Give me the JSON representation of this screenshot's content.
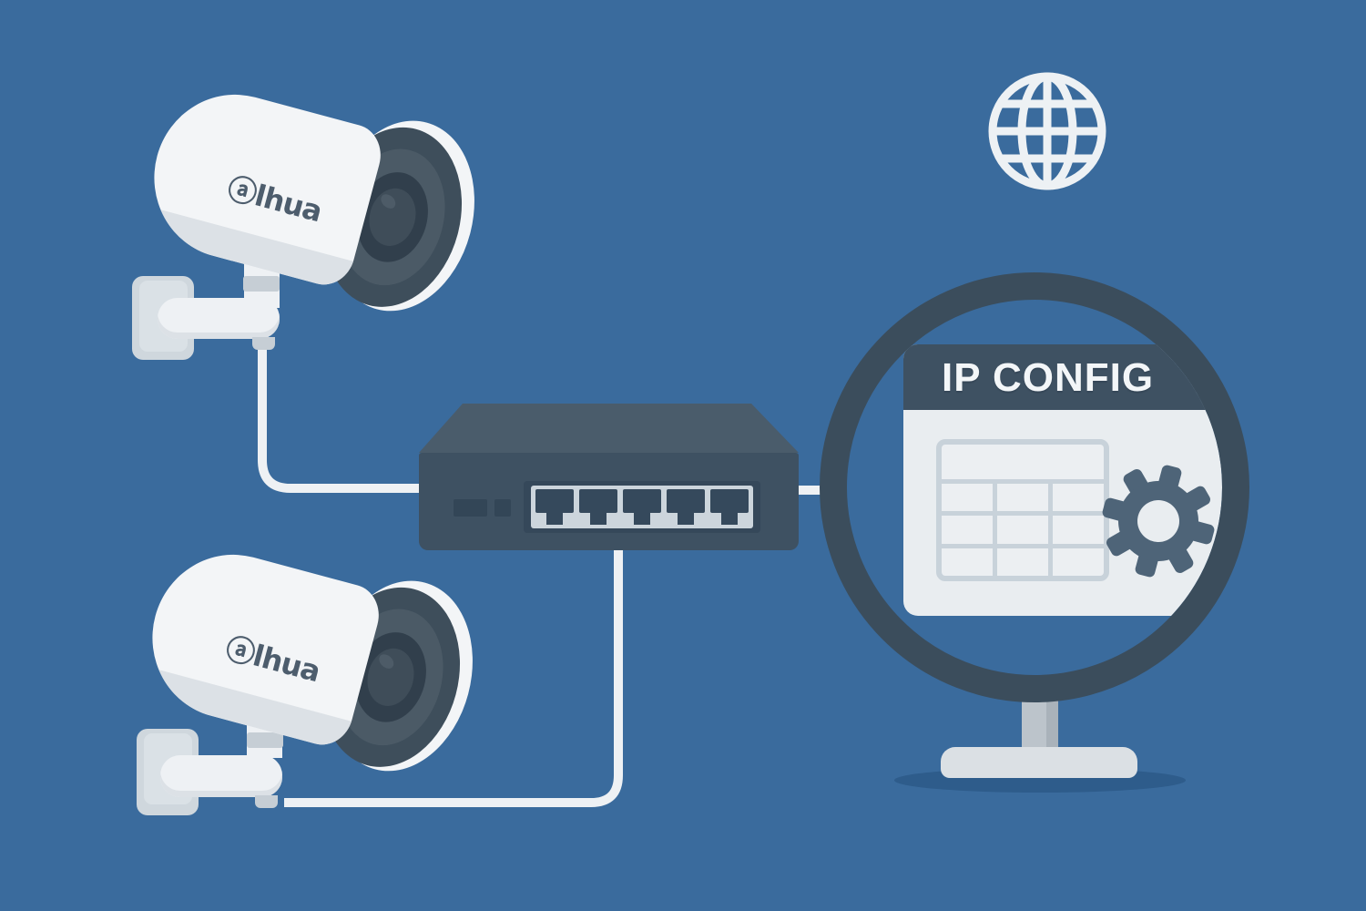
{
  "scene": {
    "background_color": "#3a6b9d"
  },
  "icons": {
    "globe": "globe-icon",
    "gear": "gear-icon"
  },
  "cameras": [
    {
      "brand": "ⓐlhua"
    },
    {
      "brand": "ⓐlhua"
    }
  ],
  "switch": {
    "ports": 5,
    "status_leds": 2
  },
  "ip_config_window": {
    "title": "IP CONFIG",
    "table": {
      "header_rows": 1,
      "rows": 3,
      "columns": 3
    }
  },
  "colors": {
    "bg": "#3a6b9d",
    "slate": "#3e5162",
    "swtop": "#4a5c6b",
    "recess": "#35485a",
    "pframe": "#ccd5dc",
    "port": "#35495c",
    "led": "#334657",
    "ring": "#3b4d5c",
    "card": "#e9edf0",
    "tline": "#c8d2da",
    "cell": "#eceff2",
    "gear": "#4e6478",
    "white": "#f3f5f7",
    "shade": "#dce1e6",
    "cable": "#eef1f4",
    "gray1": "#cfd7dd",
    "gray2": "#dae1e6",
    "gray3": "#c6ced5",
    "brand": "#4d5d6d",
    "lens0": "#3e4e5b",
    "lens1": "#4b5a66",
    "lens2": "#313f4c",
    "lens3": "#3f4d59",
    "lens4": "#4d5b67",
    "stem": "#bcc4cb",
    "stemd": "#a9b2ba",
    "base": "#dbe0e4",
    "shadow": "#2e5c8b",
    "globe": "#edf1f4"
  }
}
